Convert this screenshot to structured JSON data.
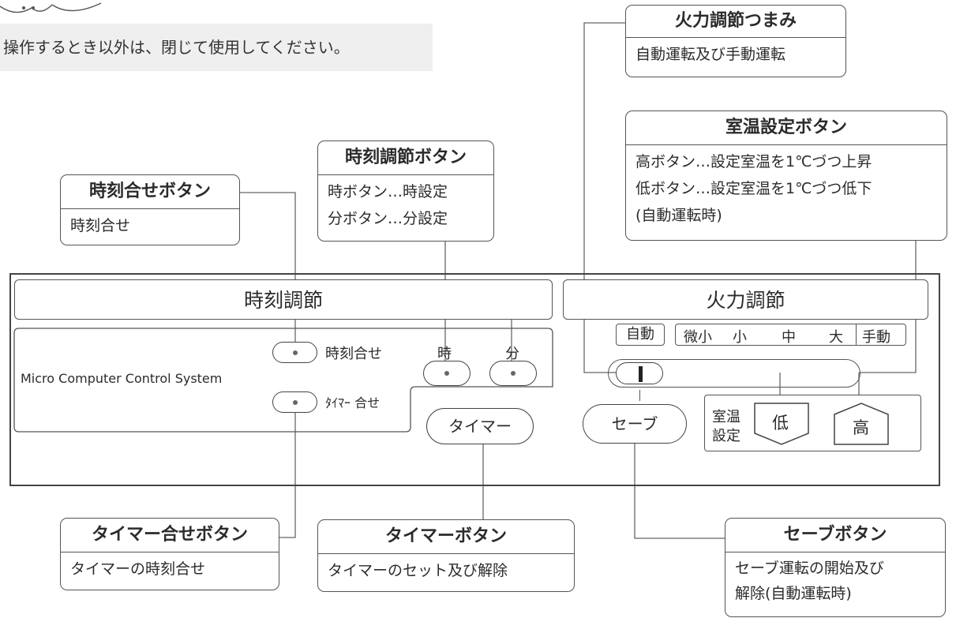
{
  "top_note": {
    "text": "操作するとき以外は、閉じて使用してください。"
  },
  "callouts": {
    "heat_knob": {
      "title": "火力調節つまみ",
      "lines": [
        "自動運転及び手動運転"
      ]
    },
    "room_temp": {
      "title": "室温設定ボタン",
      "lines": [
        "高ボタン…設定室温を1℃づつ上昇",
        "低ボタン…設定室温を1℃づつ低下",
        "(自動運転時)"
      ]
    },
    "clock_adjust": {
      "title": "時刻調節ボタン",
      "lines": [
        "時ボタン…時設定",
        "分ボタン…分設定"
      ]
    },
    "time_set": {
      "title": "時刻合せボタン",
      "lines": [
        "時刻合せ"
      ]
    },
    "timer_set": {
      "title": "タイマー合せボタン",
      "lines": [
        "タイマーの時刻合せ"
      ]
    },
    "timer": {
      "title": "タイマーボタン",
      "lines": [
        "タイマーのセット及び解除"
      ]
    },
    "save": {
      "title": "セーブボタン",
      "lines": [
        "セーブ運転の開始及び",
        "解除(自動運転時)"
      ]
    }
  },
  "panel": {
    "clock_header": "時刻調節",
    "heat_header": "火力調節",
    "system_name": "Micro Computer Control System",
    "time_set_label": "時刻合せ",
    "timer_set_label": "ﾀｲﾏｰ 合せ",
    "hour_label": "時",
    "minute_label": "分",
    "timer_button": "タイマー",
    "save_button": "セーブ",
    "heat_scale": {
      "auto": "自動",
      "micro": "微小",
      "small": "小",
      "medium": "中",
      "large": "大",
      "manual": "手動"
    },
    "room_temp_label": [
      "室温",
      "設定"
    ],
    "low_button": "低",
    "high_button": "高"
  }
}
